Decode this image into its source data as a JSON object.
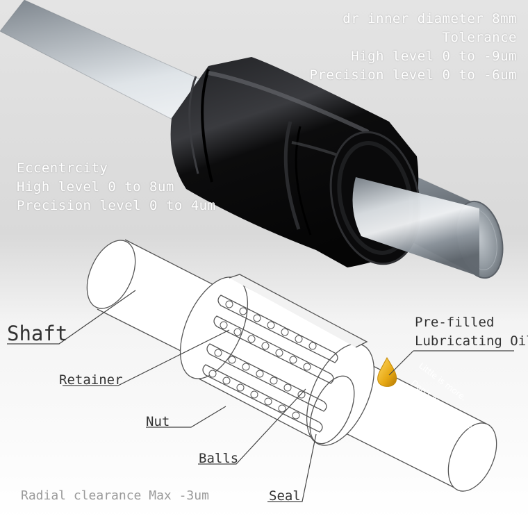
{
  "photo": {
    "inner_diameter": "dr inner diameter 8mm",
    "tolerance_title": "Tolerance",
    "tolerance_high": "High level 0 to -9um",
    "tolerance_precision": "Precision level 0 to -6um",
    "eccentricity_title": "Eccentrcity",
    "eccentricity_high": "High level 0 to 8um",
    "eccentricity_precision": "Precision level 0 to 4um"
  },
  "diagram": {
    "labels": {
      "shaft": "Shaft",
      "retainer": "Retainer",
      "nut": "Nut",
      "balls": "Balls",
      "seal": "Seal",
      "oil_line1": "Pre-filled",
      "oil_line2": "Lubricating Oil"
    },
    "note_line1": "Little is more.",
    "note_line2": "Don't over grease these",
    "radial_clearance": "Radial clearance Max -3um"
  },
  "colors": {
    "background_top": "#e7e7e7",
    "background_bottom": "#ffffff",
    "bearing_black": "#0e0e0f",
    "shaft_steel": "#b9c1c9",
    "oil_drop": "#e7a813",
    "outline": "#555555"
  }
}
